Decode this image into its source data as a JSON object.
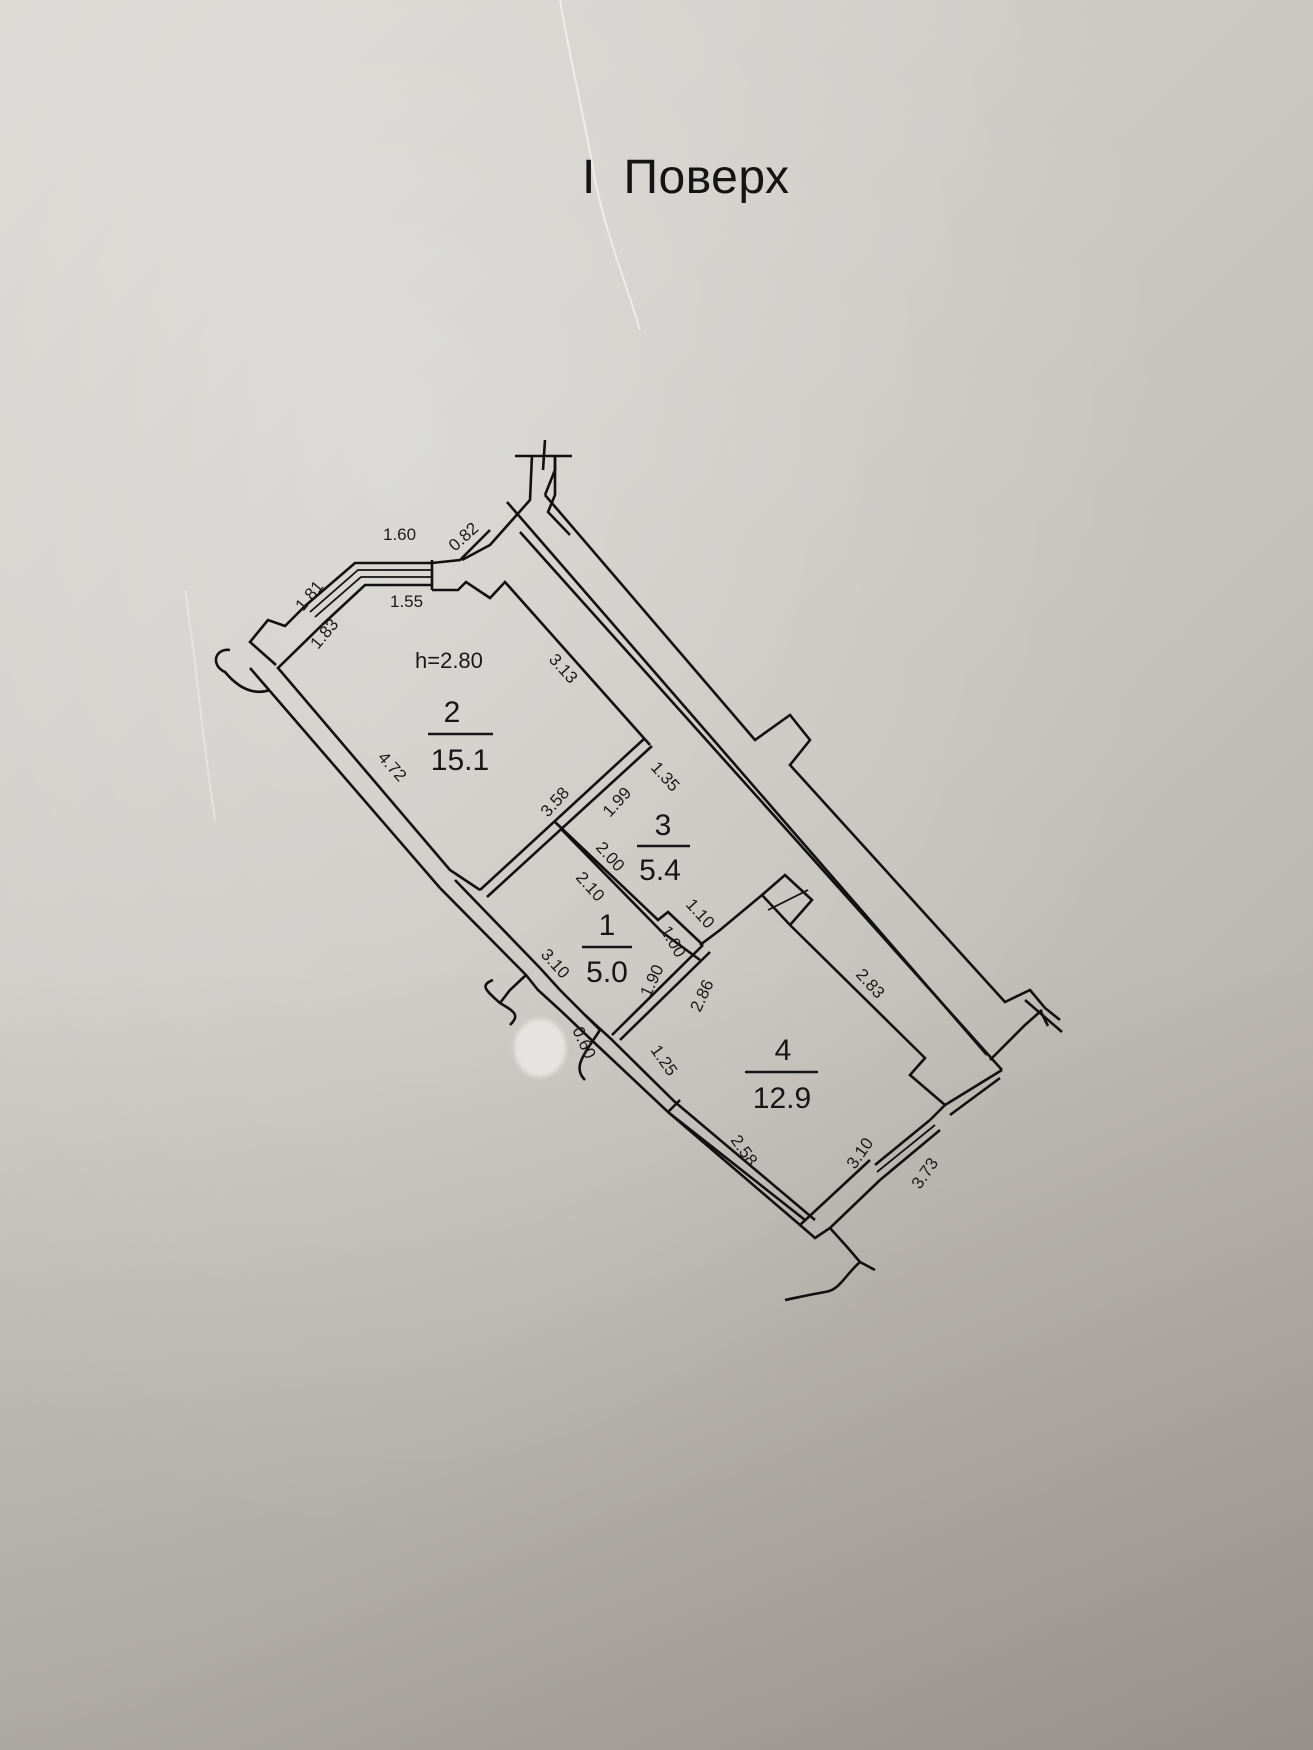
{
  "title": "I  Поверх",
  "ceiling_height": "h=2.80",
  "rooms": [
    {
      "number": "1",
      "area": "5.0"
    },
    {
      "number": "2",
      "area": "15.1"
    },
    {
      "number": "3",
      "area": "5.4"
    },
    {
      "number": "4",
      "area": "12.9"
    }
  ],
  "dimensions": {
    "d_1_60": "1.60",
    "d_0_82": "0.82",
    "d_1_81": "1.81",
    "d_1_55": "1.55",
    "d_1_83": "1.83",
    "d_3_13": "3.13",
    "d_4_72": "4.72",
    "d_3_58": "3.58",
    "d_1_99": "1.99",
    "d_1_35": "1.35",
    "d_2_00": "2.00",
    "d_2_10": "2.10",
    "d_1_10": "1.10",
    "d_1_00": "1.00",
    "d_3_10_left": "3.10",
    "d_1_90": "1.90",
    "d_2_86": "2.86",
    "d_2_83": "2.83",
    "d_0_60": "0.60",
    "d_1_25": "1.25",
    "d_2_58": "2.58",
    "d_3_10_right": "3.10",
    "d_3_73": "3.73"
  },
  "colors": {
    "paper": "#d2d0cb",
    "ink": "#111111"
  }
}
